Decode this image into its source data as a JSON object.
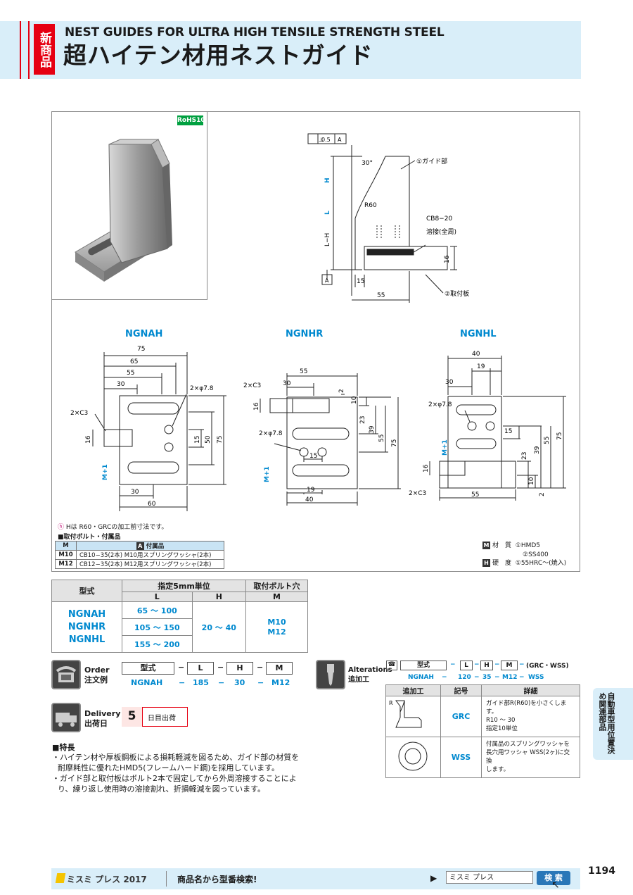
{
  "header": {
    "badge": "新商品",
    "title_en": "NEST GUIDES FOR ULTRA HIGH TENSILE STRENGTH STEEL",
    "title_jp": "超ハイテン材用ネストガイド"
  },
  "rohs": "RoHS10",
  "top_drawing": {
    "tolerance": [
      "⊥",
      "0.5",
      "A"
    ],
    "angle": "30°",
    "radius": "R60",
    "H": "H",
    "L": "L",
    "LH": "L−H",
    "A": "A",
    "w15": "15",
    "w55": "55",
    "h16": "16",
    "callouts": [
      "①ガイド部",
      "CB8−20",
      "溶接(全周)",
      "②取付板"
    ]
  },
  "views": {
    "ngnah": {
      "title": "NGNAH",
      "dims_top": [
        "75",
        "65",
        "55",
        "30"
      ],
      "c3": "2×C3",
      "phi": "2×φ7.8",
      "h16": "16",
      "m1": "M+1",
      "right": [
        "15",
        "50",
        "75"
      ],
      "bottom": [
        "30",
        "60"
      ]
    },
    "ngnhr": {
      "title": "NGNHR",
      "dims_top": [
        "55",
        "30"
      ],
      "c3": "2×C3",
      "phi": "2×φ7.8",
      "h16": "16",
      "m1": "M+1",
      "right": [
        "2",
        "10",
        "23",
        "39",
        "55",
        "75"
      ],
      "center": "15",
      "bottom": [
        "19",
        "40"
      ]
    },
    "ngnhl": {
      "title": "NGNHL",
      "dims_top": [
        "40",
        "19",
        "30"
      ],
      "phi": "2×φ7.8",
      "m1": "M+1",
      "h16": "16",
      "c3": "2×C3",
      "right": [
        "15",
        "39",
        "55",
        "75",
        "23",
        "10",
        "2"
      ],
      "bottom": "55"
    }
  },
  "bolt": {
    "note": "Hは R60・GRCの加工前寸法です。",
    "title": "■取付ボルト・付属品",
    "headers": [
      "M",
      "付属品"
    ],
    "rows": [
      {
        "m": "M10",
        "desc": "CB10−35(2本) M10用スプリングワッシャ(2本)"
      },
      {
        "m": "M12",
        "desc": "CB12−35(2本) M12用スプリングワッシャ(2本)"
      }
    ]
  },
  "material": {
    "m_label": "材　質",
    "m1": "①HMD5",
    "m2": "②SS400",
    "h_label": "硬　度",
    "h1": "①55HRC〜(焼入)",
    "m_badge": "M",
    "h_badge": "H"
  },
  "spec": {
    "h_type": "型式",
    "h_unit": "指定5mm単位",
    "h_bolt": "取付ボルト穴",
    "h_L": "L",
    "h_H": "H",
    "h_M": "M",
    "types": [
      "NGNAH",
      "NGNHR",
      "NGNHL"
    ],
    "L": [
      "65 〜 100",
      "105 〜 150",
      "155 〜 200"
    ],
    "H": "20 〜 40",
    "M": [
      "M10",
      "M12"
    ]
  },
  "order": {
    "label_en": "Order",
    "label_jp": "注文例",
    "headers": [
      "型式",
      "L",
      "H",
      "M"
    ],
    "values": [
      "NGNAH",
      "185",
      "30",
      "M12"
    ],
    "dash": "−"
  },
  "delivery": {
    "label_en": "Delivery",
    "label_jp": "出荷日",
    "days": "5",
    "text": "日目出荷"
  },
  "features": {
    "title": "■特長",
    "items": [
      "・ハイテン材や厚板鋼板による損耗軽減を図るため、ガイド部の材質を耐摩耗性に優れたHMD5(フレームハード鋼)を採用しています。",
      "・ガイド部と取付板はボルト2本で固定してから外周溶接することにより、繰り返し使用時の溶接割れ、折損軽減を図っています。"
    ]
  },
  "alterations": {
    "label_en": "Alterations",
    "label_jp": "追加工",
    "headers": [
      "型式",
      "L",
      "H",
      "M"
    ],
    "suffix": "(GRC・WSS)",
    "values": [
      "NGNAH",
      "120",
      "35",
      "M12",
      "WSS"
    ],
    "dash": "−",
    "table_headers": [
      "追加工",
      "記号",
      "詳細"
    ],
    "rows": [
      {
        "code": "GRC",
        "detail": [
          "ガイド部R(R60)を小さくします。",
          "R10 〜 30",
          "指定10単位"
        ]
      },
      {
        "code": "WSS",
        "detail": [
          "付属品のスプリングワッシャを",
          "長穴用ワッシャ WSS(2ヶ)に交換",
          "します。"
        ]
      }
    ],
    "r_label": "R"
  },
  "side_tab": "自動車型用位置決め関連部品",
  "footer": {
    "logo": "ミスミ プレス 2017",
    "search_text": "商品名から型番検索!",
    "input_value": "ミスミ プレス",
    "button": "検 索"
  },
  "page_number": "1194"
}
